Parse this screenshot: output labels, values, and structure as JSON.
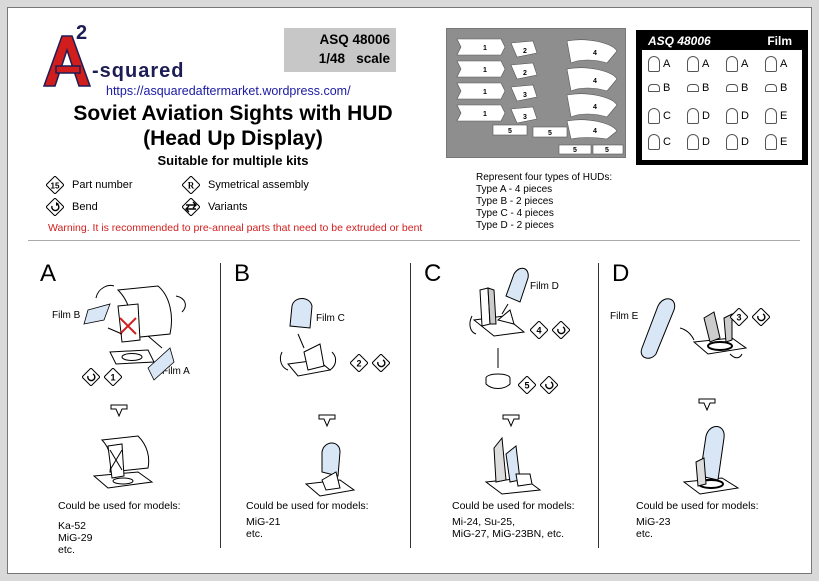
{
  "header": {
    "logo_super": "2",
    "logo_letter": "A",
    "logo_text": "squared",
    "url": "https://asquaredaftermarket.wordpress.com/",
    "title_line1": "Soviet Aviation Sights with HUD",
    "title_line2": "(Head Up Display)",
    "subtitle": "Suitable for multiple kits",
    "product_code": "ASQ 48006",
    "scale": "1/48   scale"
  },
  "legend": {
    "part_number_symbol": "15",
    "part_number": "Part number",
    "bend": "Bend",
    "symmetrical_symbol": "R",
    "symmetrical": "Symetrical assembly",
    "variants": "Variants"
  },
  "warning": "Warning.  It is recommended to pre-anneal parts that need to be extruded or bent",
  "hud_types": {
    "heading": "Represent four types of HUDs:",
    "items": [
      "Type A - 4 pieces",
      "Type B - 2 pieces",
      "Type C - 4 pieces",
      "Type D - 2 pieces"
    ]
  },
  "fret": {
    "left_parts": [
      "1",
      "1",
      "1",
      "1"
    ],
    "mid_parts": [
      "2",
      "2",
      "3",
      "3"
    ],
    "right_parts": [
      "4",
      "4",
      "4",
      "4"
    ],
    "bottom_parts": [
      "5",
      "5",
      "5",
      "5"
    ]
  },
  "film_sheet": {
    "code": "ASQ 48006",
    "label": "Film",
    "rows": [
      [
        "A",
        "A",
        "A",
        "A"
      ],
      [
        "B",
        "B",
        "B",
        "B"
      ],
      [
        "C",
        "D",
        "D",
        "E"
      ],
      [
        "C",
        "D",
        "D",
        "E"
      ]
    ]
  },
  "panels": [
    {
      "letter": "A",
      "callouts": [
        "Film B",
        "Film A"
      ],
      "part_numbers": [
        "1"
      ],
      "used_for_heading": "Could be used for models:",
      "models": [
        "Ka-52",
        "MiG-29",
        "etc."
      ]
    },
    {
      "letter": "B",
      "callouts": [
        "Film C"
      ],
      "part_numbers": [
        "2"
      ],
      "used_for_heading": "Could be used for models:",
      "models": [
        "MiG-21",
        "etc."
      ]
    },
    {
      "letter": "C",
      "callouts": [
        "Film D"
      ],
      "part_numbers": [
        "4",
        "5"
      ],
      "used_for_heading": "Could be used for models:",
      "models": [
        "Mi-24, Su-25,",
        "MiG-27, MiG-23BN, etc."
      ]
    },
    {
      "letter": "D",
      "callouts": [
        "Film E"
      ],
      "part_numbers": [
        "3"
      ],
      "used_for_heading": "Could be used for models:",
      "models": [
        "MiG-23",
        "etc."
      ]
    }
  ],
  "colors": {
    "logo_red": "#d21d1d",
    "logo_navy": "#1d1d55",
    "url_blue": "#1a1aa6",
    "warning_red": "#d21d1d",
    "film_blue": "#d9e6f5",
    "photoetch_gray": "#8e8e8e"
  }
}
